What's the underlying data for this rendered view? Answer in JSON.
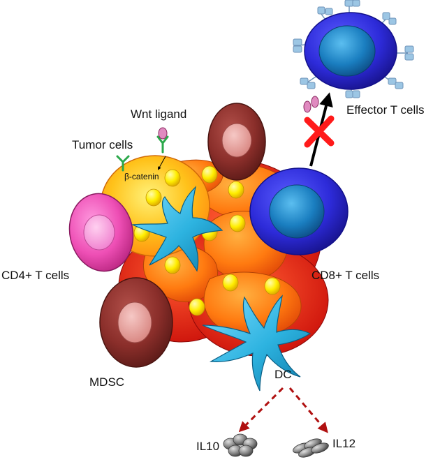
{
  "labels": {
    "effector_t_cells": "Effector T cells",
    "wnt_ligand": "Wnt ligand",
    "tumor_cells": "Tumor cells",
    "beta_catenin": "β-catenin",
    "cd4_t_cells": "CD4+ T cells",
    "cd8_t_cells": "CD8+ T cells",
    "mdsc": "MDSC",
    "dc": "DC",
    "il10": "IL10",
    "il12": "IL12"
  },
  "colors": {
    "tumor_orange": "#ff8a10",
    "tumor_red": "#ee1c10",
    "tumor_yellow": "#ffc21a",
    "nucleus_yellow": "#ffee00",
    "cd8_blue": "#2d2bd9",
    "cd8_nucleus": "#1a7ec0",
    "cd4_pink": "#ee4fb5",
    "mdsc_brown": "#8a2e2a",
    "mdsc_nucleus": "#e29895",
    "dc_cyan": "#2db3e0",
    "receptor_green": "#2aa84a",
    "ligand_pink": "#c0558c",
    "tcr_blue": "#9cc6e4",
    "blocked_x": "#ff1a1a",
    "dashed_arrow": "#b01010",
    "cytokine_gray": "#8a8a8a"
  },
  "icons": {
    "effector_cell": "effector-t-cell-icon",
    "cd8_cell": "cd8-t-cell-icon",
    "cd4_cell": "cd4-t-cell-icon",
    "mdsc_cell": "mdsc-cell-icon",
    "dendritic_cell": "dendritic-cell-icon",
    "tumor_cluster": "tumor-cell-cluster-icon",
    "wnt_receptor": "wnt-receptor-icon",
    "blocked_arrow": "blocked-arrow-icon",
    "il10_molecules": "il10-molecules-icon",
    "il12_molecules": "il12-molecules-icon"
  }
}
